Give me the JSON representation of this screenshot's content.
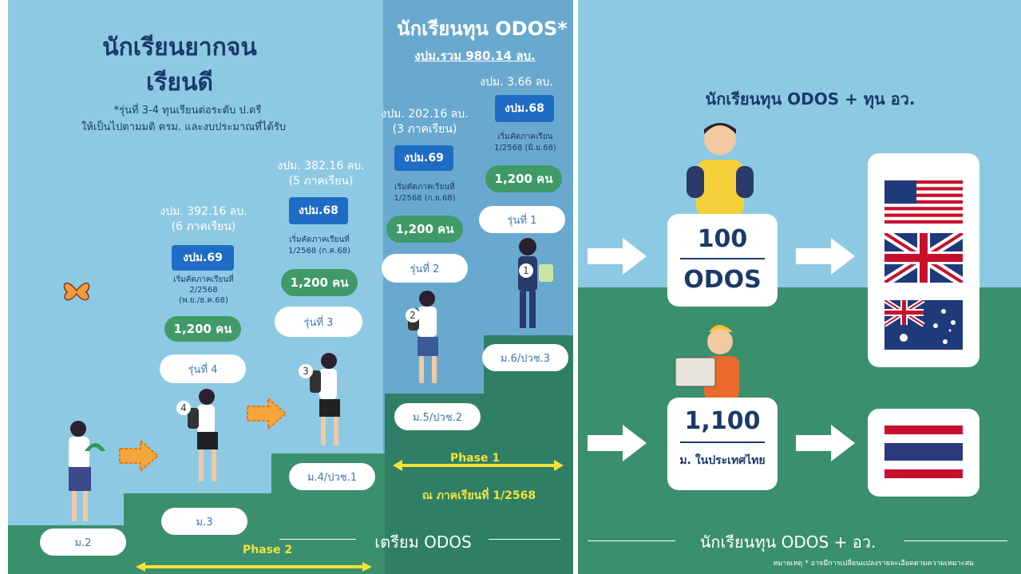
{
  "left": {
    "title_line1": "นักเรียนยากจน",
    "title_line2": "เรียนดี",
    "note_line1": "*รุ่นที่ 3-4 ทุนเรียนต่อระดับ ป.ตรี",
    "note_line2": "ให้เป็นไปตามมติ ครม. และงบประมาณที่ได้รับ"
  },
  "center": {
    "title": "นักเรียนทุน ODOS*",
    "total_budget": "งปม.รวม 980.14 ลบ."
  },
  "cohorts": [
    {
      "budget": "งปม. 392.16 ลบ.",
      "terms": "(6 ภาคเรียน)",
      "fy": "งปม.69",
      "start_l1": "เริ่มคัดภาคเรียนที่",
      "start_l2": "2/2568",
      "start_l3": "(พ.ย./ธ.ค.68)",
      "count": "1,200 คน",
      "label": "รุ่นที่ 4"
    },
    {
      "budget": "งปม. 382.16 ลบ.",
      "terms": "(5 ภาคเรียน)",
      "fy": "งปม.68",
      "start_l1": "เริ่มคัดภาคเรียนที่",
      "start_l2": "1/2568 (ก.ค.68)",
      "count": "1,200 คน",
      "label": "รุ่นที่ 3"
    },
    {
      "budget": "งปม. 202.16 ลบ.",
      "terms": "(3 ภาคเรียน)",
      "fy": "งปม.69",
      "start_l1": "เริ่มคัดภาคเรียนที่",
      "start_l2": "1/2568 (ก.ย.68)",
      "count": "1,200 คน",
      "label": "รุ่นที่ 2"
    },
    {
      "budget": "งปม. 3.66 ลบ.",
      "fy": "งปม.68",
      "start_l1": "เริ่มคัดภาคเรียน",
      "start_l2": "1/2568 (มิ.ย.68)",
      "count": "1,200 คน",
      "label": "รุ่นที่ 1"
    }
  ],
  "grades": [
    "ม.2",
    "ม.3",
    "ม.4/ปวช.1",
    "ม.5/ปวช.2",
    "ม.6/ปวช.3"
  ],
  "figure_numbers": [
    "4",
    "3",
    "2",
    "1"
  ],
  "phase1": {
    "label": "Phase 1",
    "sub": "ณ ภาคเรียนที่ 1/2568"
  },
  "phase2": {
    "label": "Phase 2"
  },
  "footer_left": "เตรียม ODOS",
  "footer_right": "นักเรียนทุน ODOS + อว.",
  "footnote": "หมายเหตุ  * อาจมีการเปลี่ยนแปลงรายละเอียดตามความเหมาะสม",
  "right": {
    "title": "นักเรียนทุน ODOS + ทุน อว.",
    "box1_num": "100",
    "box1_sub": "ODOS",
    "box2_num": "1,100",
    "box2_sub": "ม. ในประเทศไทย"
  },
  "colors": {
    "sky": "#8ec9e4",
    "center_panel": "#6aa9cf",
    "green": "#3a8f6c",
    "navy": "#1a3a6b",
    "blue_badge": "#1f6cc4",
    "green_pill": "#3f9a68",
    "yellow": "#f4e23a",
    "orange_arrow": "#f5a53a"
  },
  "icons": [
    "butterfly-icon",
    "flag-usa-icon",
    "flag-uk-icon",
    "flag-australia-icon",
    "flag-thailand-icon"
  ]
}
